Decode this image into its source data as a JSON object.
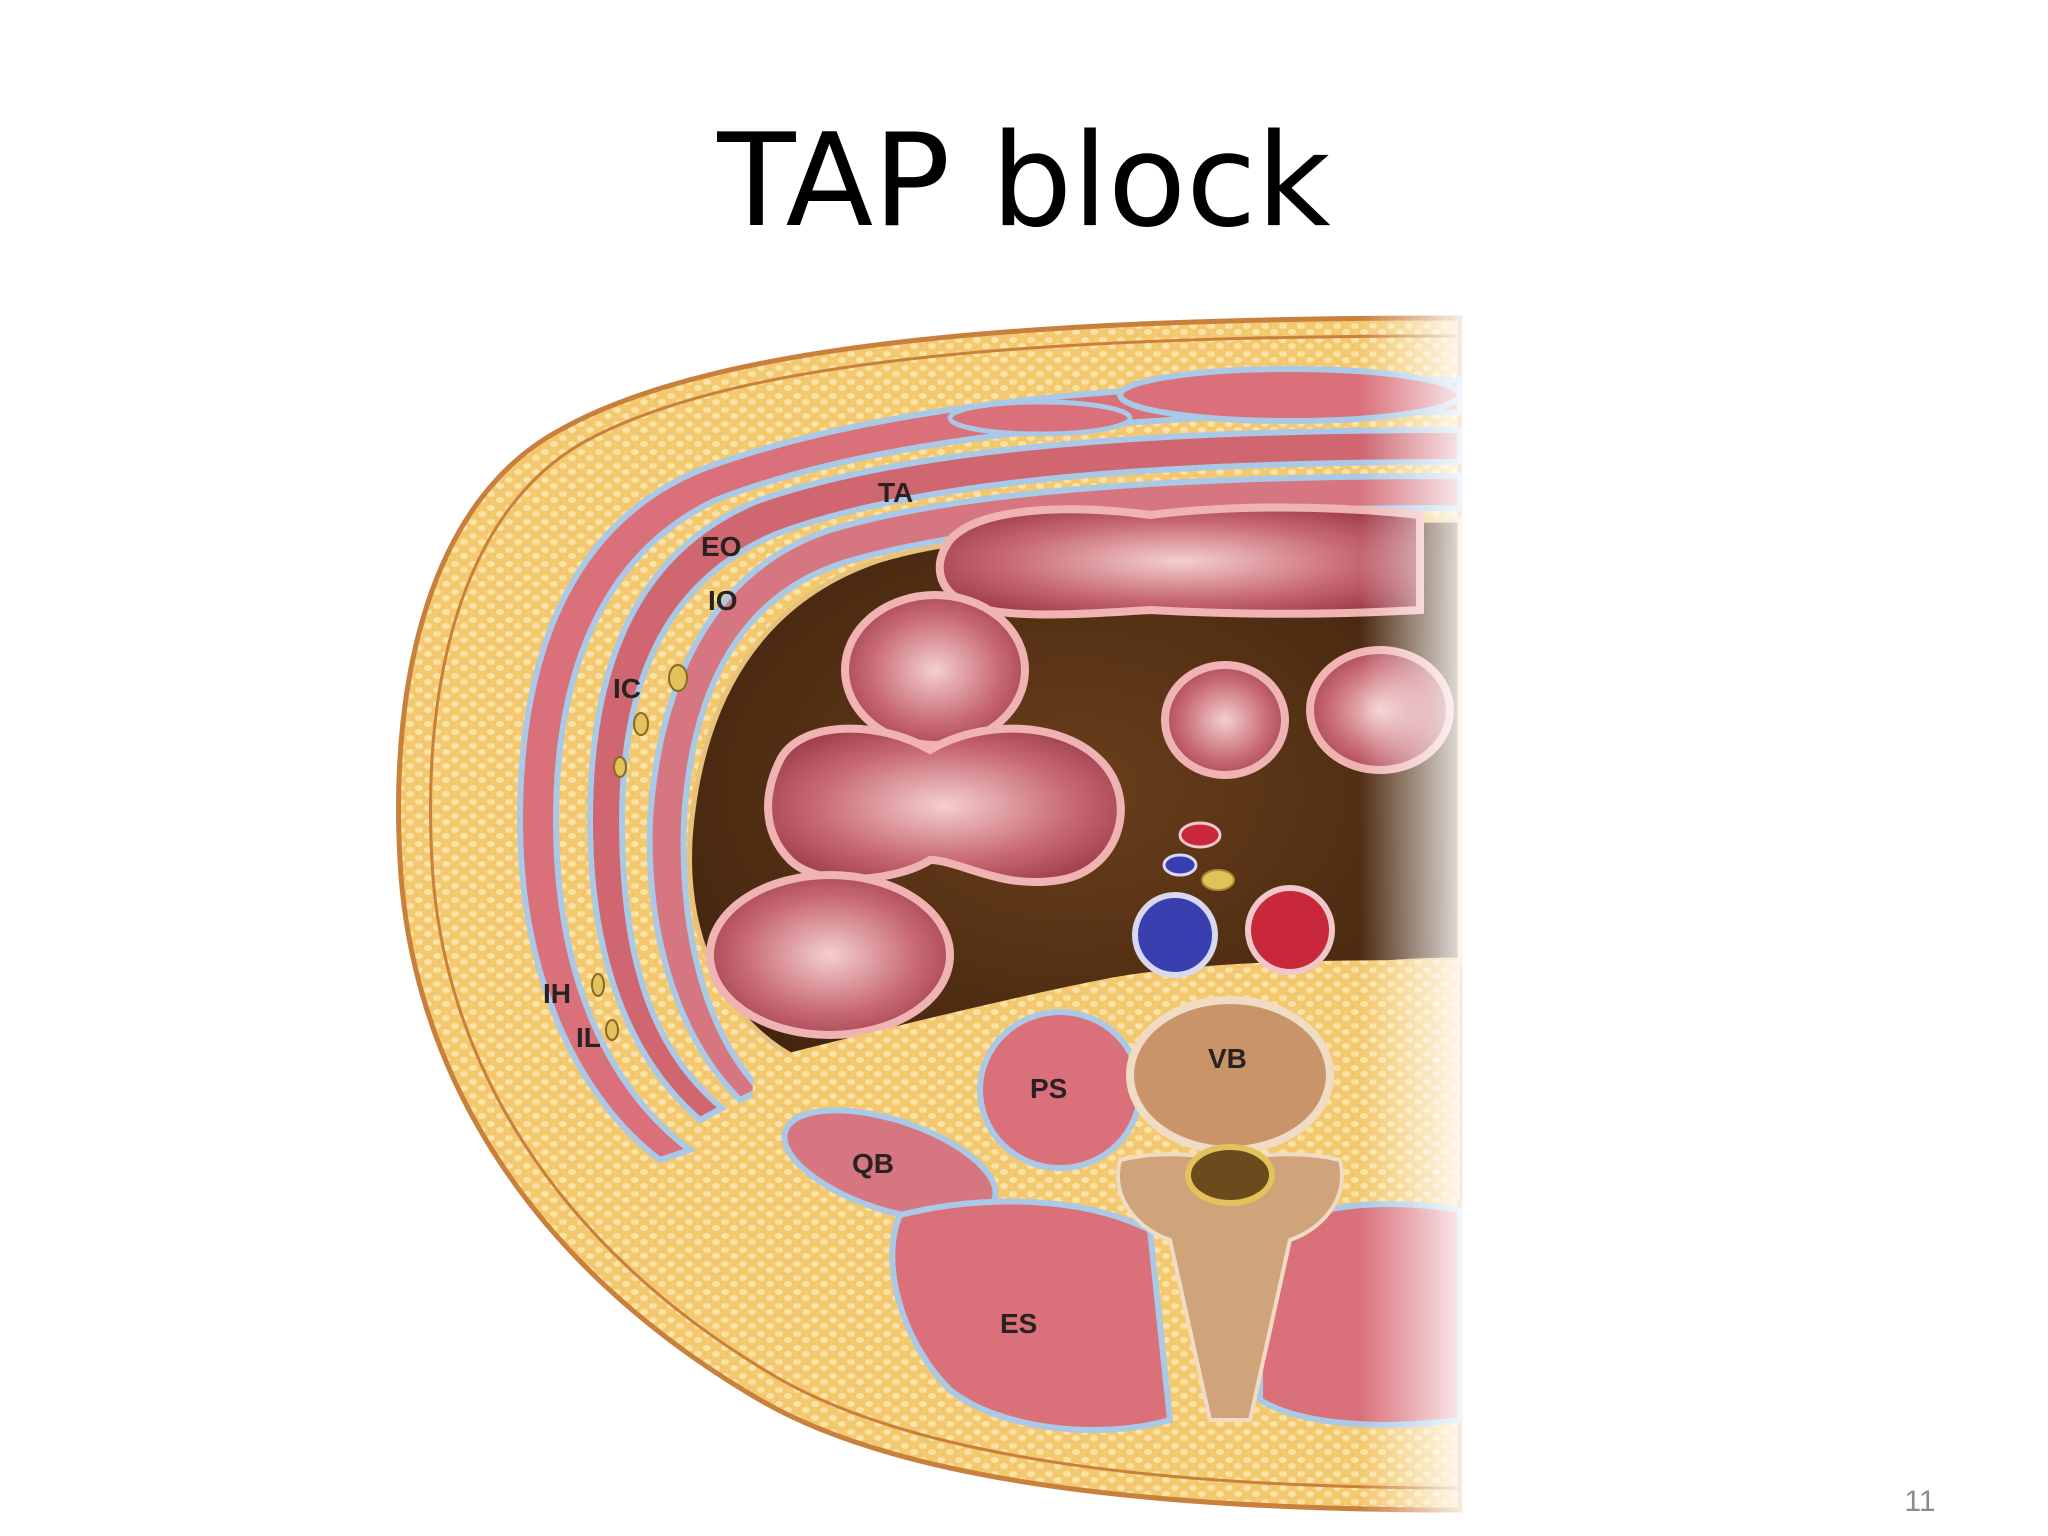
{
  "slide": {
    "title": "TAP block",
    "page_number": "11"
  },
  "diagram": {
    "labels": {
      "ta": "TA",
      "eo": "EO",
      "io": "IO",
      "ic": "IC",
      "ih": "IH",
      "il": "IL",
      "ps": "PS",
      "vb": "VB",
      "qb": "QB",
      "es": "ES"
    },
    "colors": {
      "fat": "#f2c46a",
      "fat_dark": "#d99a3e",
      "muscle": "#d9707a",
      "fascia": "#a9c9e6",
      "bowel_wall": "#e7a0a0",
      "bowel_inner": "#b3505c",
      "cavity": "#4b2a12",
      "vein": "#3a3fb0",
      "artery": "#c8283a",
      "bone": "#c9946a",
      "nerve": "#e2c25a"
    }
  }
}
